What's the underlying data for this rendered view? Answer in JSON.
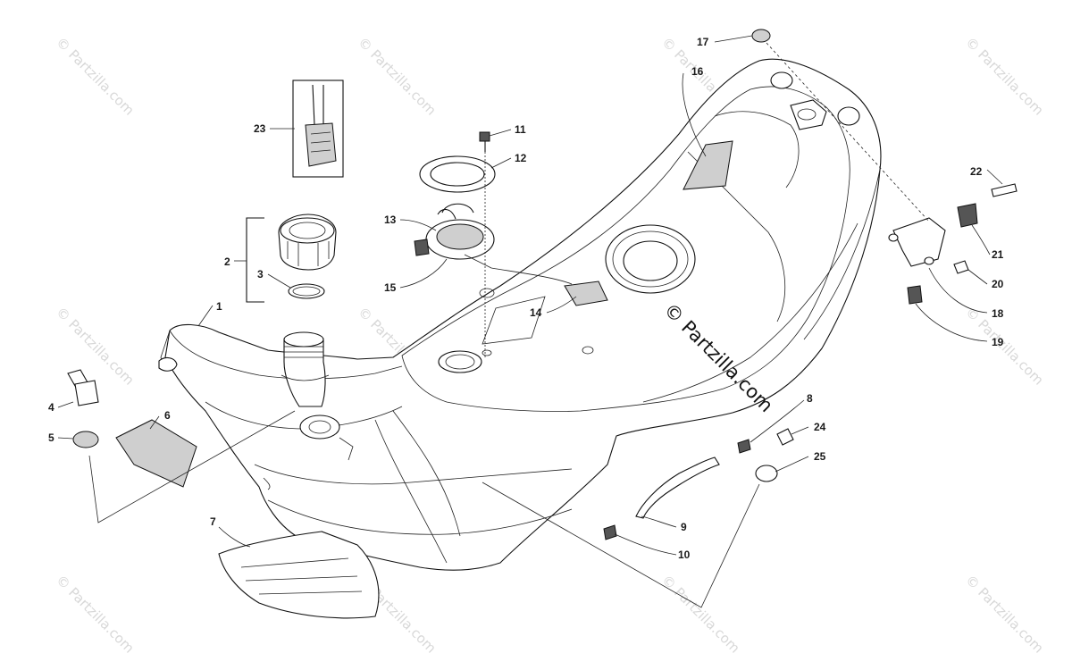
{
  "watermark": {
    "text": "© Partzilla.com",
    "big_text": "© Partzilla.com"
  },
  "callouts": {
    "c1": "1",
    "c2": "2",
    "c3": "3",
    "c4": "4",
    "c5": "5",
    "c6": "6",
    "c7": "7",
    "c8": "8",
    "c9": "9",
    "c10": "10",
    "c11": "11",
    "c12": "12",
    "c13": "13",
    "c14": "14",
    "c15": "15",
    "c16": "16",
    "c17": "17",
    "c18": "18",
    "c19": "19",
    "c20": "20",
    "c21": "21",
    "c22": "22",
    "c23": "23",
    "c24": "24",
    "c25": "25"
  }
}
